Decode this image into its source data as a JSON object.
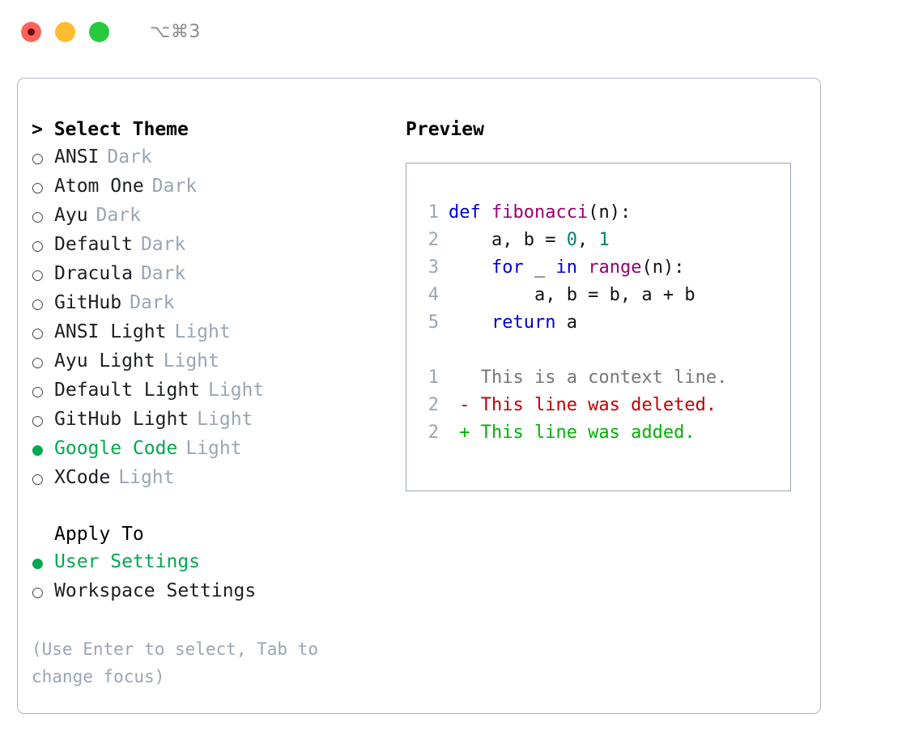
{
  "titlebar": {
    "shortcut": "⌥⌘3",
    "dots": [
      {
        "name": "close-button",
        "color": "#ff6259"
      },
      {
        "name": "minimize-button",
        "color": "#febc2e"
      },
      {
        "name": "maximize-button",
        "color": "#27c93f"
      }
    ]
  },
  "theme_picker": {
    "heading": "> Select Theme",
    "selected_bullet": "●",
    "unselected_bullet": "○",
    "items": [
      {
        "label": "ANSI",
        "tag": "Dark",
        "selected": false
      },
      {
        "label": "Atom One",
        "tag": "Dark",
        "selected": false
      },
      {
        "label": "Ayu",
        "tag": "Dark",
        "selected": false
      },
      {
        "label": "Default",
        "tag": "Dark",
        "selected": false
      },
      {
        "label": "Dracula",
        "tag": "Dark",
        "selected": false
      },
      {
        "label": "GitHub",
        "tag": "Dark",
        "selected": false
      },
      {
        "label": "ANSI Light",
        "tag": "Light",
        "selected": false
      },
      {
        "label": "Ayu Light",
        "tag": "Light",
        "selected": false
      },
      {
        "label": "Default Light",
        "tag": "Light",
        "selected": false
      },
      {
        "label": "GitHub Light",
        "tag": "Light",
        "selected": false
      },
      {
        "label": "Google Code",
        "tag": "Light",
        "selected": true
      },
      {
        "label": "XCode",
        "tag": "Light",
        "selected": false
      }
    ]
  },
  "apply_to": {
    "heading": "Apply To",
    "items": [
      {
        "label": "User Settings",
        "selected": true
      },
      {
        "label": "Workspace Settings",
        "selected": false
      }
    ]
  },
  "hint": "(Use Enter to select, Tab to change focus)",
  "preview": {
    "heading": "Preview",
    "code_lines": [
      {
        "no": "1",
        "tokens": [
          {
            "t": "def ",
            "c": "kw"
          },
          {
            "t": "fibonacci",
            "c": "fn"
          },
          {
            "t": "(n):",
            "c": "pl"
          }
        ]
      },
      {
        "no": "2",
        "tokens": [
          {
            "t": "    a, b = ",
            "c": "pl"
          },
          {
            "t": "0",
            "c": "num"
          },
          {
            "t": ", ",
            "c": "pl"
          },
          {
            "t": "1",
            "c": "num"
          }
        ]
      },
      {
        "no": "3",
        "tokens": [
          {
            "t": "    ",
            "c": "pl"
          },
          {
            "t": "for",
            "c": "kw"
          },
          {
            "t": " _ ",
            "c": "pl"
          },
          {
            "t": "in",
            "c": "kw"
          },
          {
            "t": " ",
            "c": "pl"
          },
          {
            "t": "range",
            "c": "fn"
          },
          {
            "t": "(n):",
            "c": "pl"
          }
        ]
      },
      {
        "no": "4",
        "tokens": [
          {
            "t": "        a, b = b, a + b",
            "c": "pl"
          }
        ]
      },
      {
        "no": "5",
        "tokens": [
          {
            "t": "    ",
            "c": "pl"
          },
          {
            "t": "return",
            "c": "kw"
          },
          {
            "t": " a",
            "c": "pl"
          }
        ]
      }
    ],
    "diff_lines": [
      {
        "no": "1",
        "tokens": [
          {
            "t": "   This is a context line.",
            "c": "ctx"
          }
        ]
      },
      {
        "no": "2",
        "tokens": [
          {
            "t": " - This line was deleted.",
            "c": "del"
          }
        ]
      },
      {
        "no": "2",
        "tokens": [
          {
            "t": " + This line was added.",
            "c": "add"
          }
        ]
      }
    ]
  },
  "colors": {
    "accent_green": "#00a84f",
    "muted": "#9aa5b4",
    "border": "#aeb7c4",
    "keyword": "#0000cc",
    "function": "#990073",
    "number": "#008080",
    "diff_add": "#00b200",
    "diff_del": "#c00000"
  }
}
